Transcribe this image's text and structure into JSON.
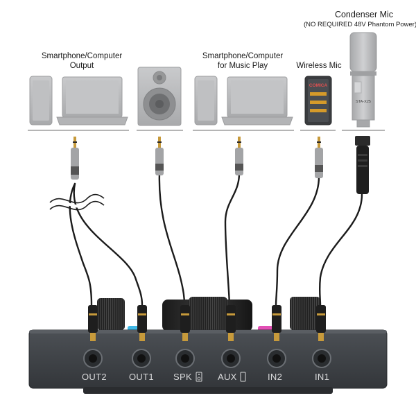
{
  "labels": {
    "smartphone_output_l1": "Smartphone/Computer",
    "smartphone_output_l2": "Output",
    "music_play_l1": "Smartphone/Computer",
    "music_play_l2": "for Music Play",
    "wireless_mic": "Wireless Mic",
    "condenser_mic": "Condenser Mic",
    "condenser_note": "(NO REQUIRED 48V Phantom Power)"
  },
  "device_text": {
    "wireless_brand": "COMICA",
    "condenser_model": "STA-X25"
  },
  "ports": [
    "OUT2",
    "OUT1",
    "SPK",
    "AUX",
    "IN2",
    "IN1"
  ],
  "colors": {
    "device_gray": "#b8b9bb",
    "panel": "#3f4347",
    "cable": "#1b1b1b",
    "led_blue": "#3fb8e6",
    "led_pink": "#e24fb5"
  }
}
